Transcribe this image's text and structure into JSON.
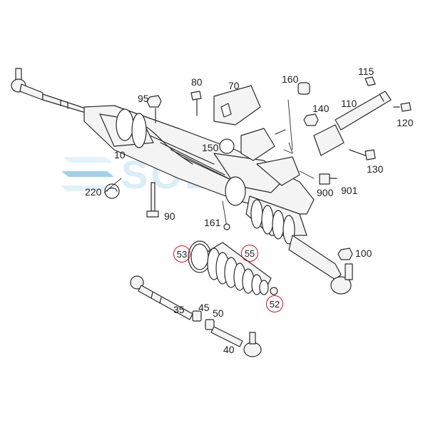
{
  "watermark": {
    "text": "SOL"
  },
  "labels": {
    "p10": "10",
    "p35": "35",
    "p40": "40",
    "p45": "45",
    "p50": "50",
    "p70": "70",
    "p80": "80",
    "p90": "90",
    "p95": "95",
    "p100": "100",
    "p110": "110",
    "p115": "115",
    "p120": "120",
    "p130": "130",
    "p140": "140",
    "p150": "150",
    "p160": "160",
    "p161": "161",
    "p220": "220",
    "p900": "900",
    "p901": "901"
  },
  "callouts": {
    "p52": "52",
    "p53": "53",
    "p55": "55"
  },
  "colors": {
    "line": "#2a2a2a",
    "fill": "#f4f4f4",
    "callout": "#d0141e",
    "watermark": "#bfe0ee"
  }
}
